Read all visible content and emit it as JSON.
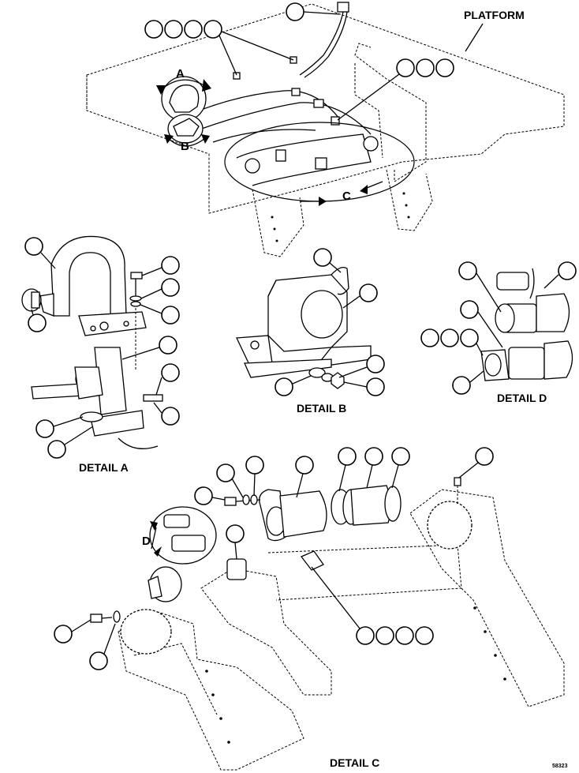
{
  "labels": {
    "platform": "PLATFORM",
    "detail_a": "DETAIL A",
    "detail_b": "DETAIL B",
    "detail_c": "DETAIL C",
    "detail_d": "DETAIL D",
    "view_a": "A",
    "view_b": "B",
    "view_c": "C",
    "view_d": "D",
    "drawing_number": "58323"
  }
}
